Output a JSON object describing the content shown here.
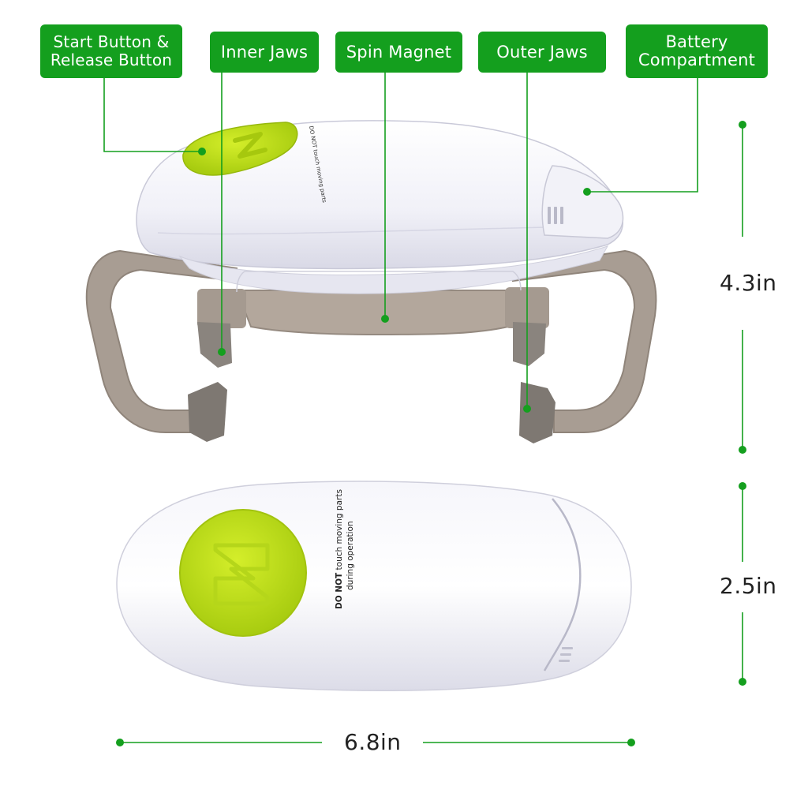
{
  "labels": {
    "start_release": {
      "line1": "Start Button &",
      "line2": "Release Button"
    },
    "inner_jaws": "Inner Jaws",
    "spin_magnet": "Spin Magnet",
    "outer_jaws": "Outer Jaws",
    "battery": {
      "line1": "Battery",
      "line2": "Compartment"
    }
  },
  "dimensions": {
    "height_total": "4.3in",
    "height_body": "2.5in",
    "length": "6.8in"
  },
  "warning": {
    "bold": "DO NOT",
    "rest": " touch moving parts",
    "line2": "during operation"
  },
  "colors": {
    "label_green": "#149f1e",
    "button_lime": "#bfe01a",
    "body_white": "#f4f4fa",
    "jaw_gray": "#9b8f85"
  }
}
